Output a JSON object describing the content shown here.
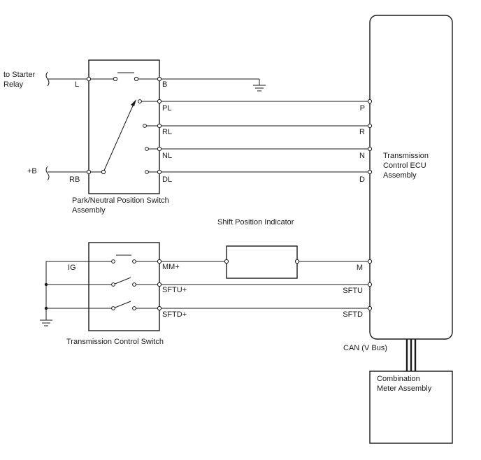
{
  "components": {
    "park_neutral_switch": {
      "label_line1": "Park/Neutral Position Switch",
      "label_line2": "Assembly"
    },
    "shift_position_indicator": {
      "label": "Shift Position Indicator"
    },
    "transmission_control_switch": {
      "label": "Transmission Control Switch"
    },
    "transmission_ecu": {
      "label_line1": "Transmission",
      "label_line2": "Control ECU",
      "label_line3": "Assembly"
    },
    "combination_meter": {
      "label_line1": "Combination",
      "label_line2": "Meter Assembly"
    }
  },
  "external": {
    "starter_line1": "to Starter",
    "starter_line2": "Relay",
    "battery": "+B",
    "bus": "CAN (V Bus)"
  },
  "pins": {
    "pnp_left": [
      "L",
      "RB"
    ],
    "pnp_right": [
      "B",
      "PL",
      "RL",
      "NL",
      "DL"
    ],
    "ecu": [
      "P",
      "R",
      "N",
      "D",
      "M",
      "SFTU",
      "SFTD"
    ],
    "tcs_left": [
      "IG"
    ],
    "tcs_right": [
      "MM+",
      "SFTU+",
      "SFTD+"
    ]
  }
}
